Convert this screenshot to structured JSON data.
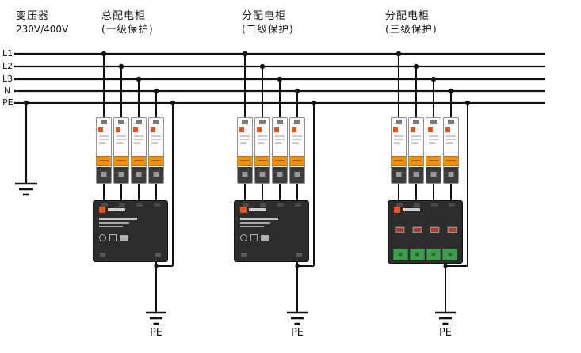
{
  "diagram": {
    "transformer": {
      "name": "变压器",
      "voltage": "230V/400V"
    },
    "bus_labels": [
      "L1",
      "L2",
      "L3",
      "N",
      "PE"
    ],
    "breakers_per_group": 4,
    "groups": [
      {
        "name": "总配电柜",
        "level": "(一级保护)",
        "ground_label": "PE"
      },
      {
        "name": "分配电柜",
        "level": "(二级保护)",
        "ground_label": "PE"
      },
      {
        "name": "分配电柜",
        "level": "(三级保护)",
        "ground_label": "PE"
      }
    ],
    "colors": {
      "wire": "#111111",
      "breaker_toggle_orange": "#f29200",
      "brand_logo_orange": "#e8501e",
      "spd_body_black": "#2c2c2c",
      "spd3_terminal_green": "#3f9d4f",
      "background": "#ffffff"
    }
  }
}
